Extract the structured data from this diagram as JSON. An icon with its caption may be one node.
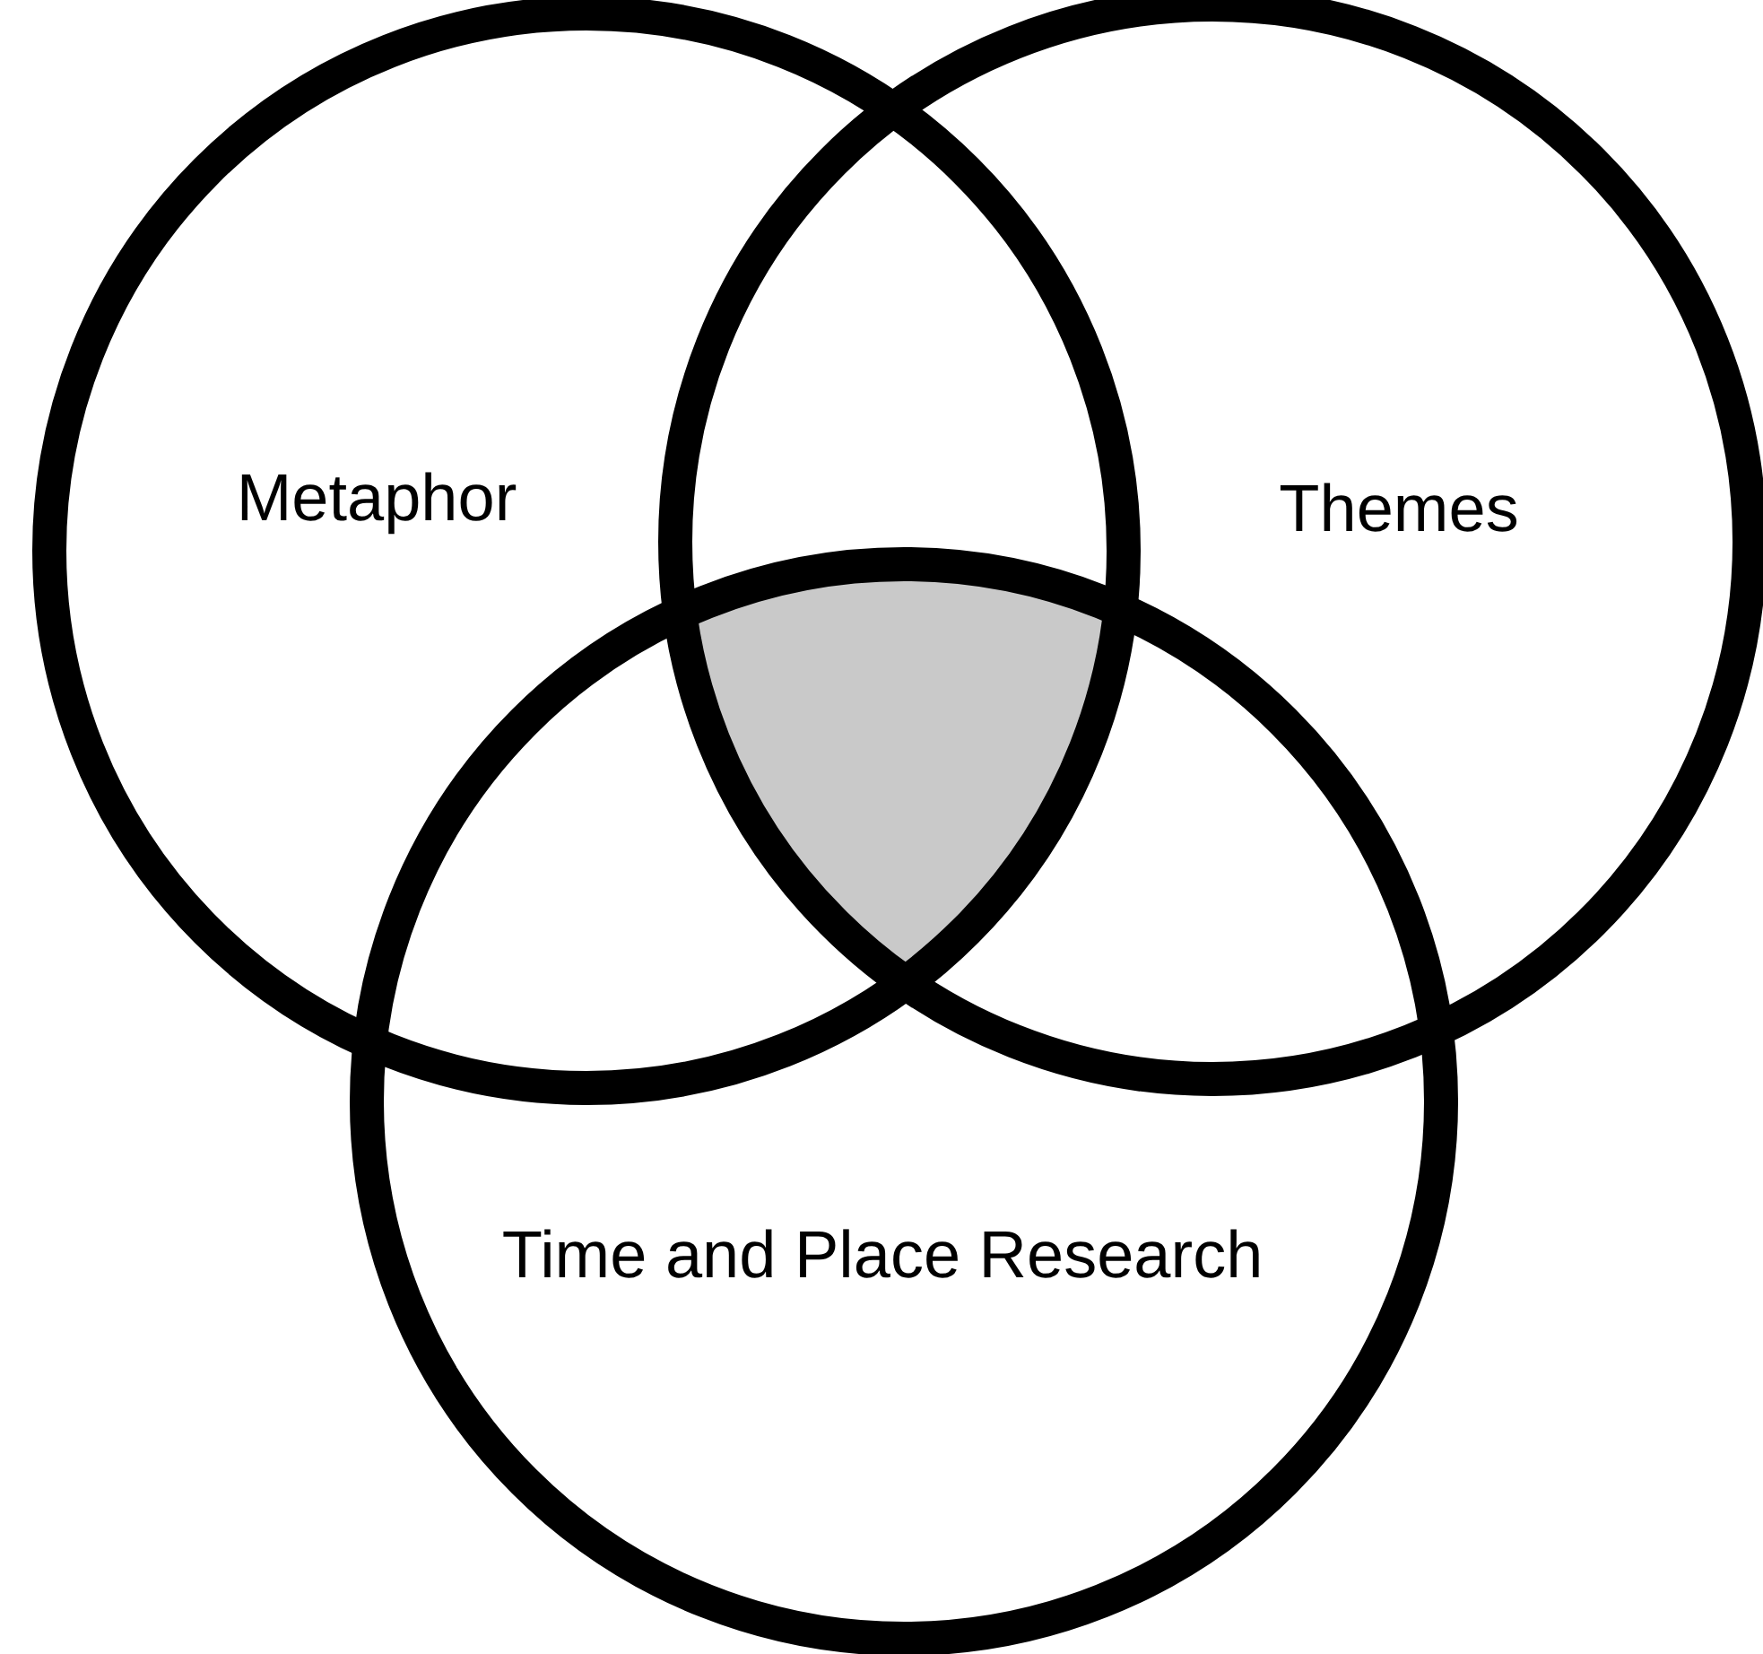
{
  "diagram": {
    "nodes": [
      {
        "text": [
          "Metaphor"
        ]
      },
      {
        "text": [
          "Themes"
        ]
      },
      {
        "text": [
          "Time and Place Research"
        ]
      },
      {
        "text": [],
        "shape": "region"
      }
    ]
  }
}
